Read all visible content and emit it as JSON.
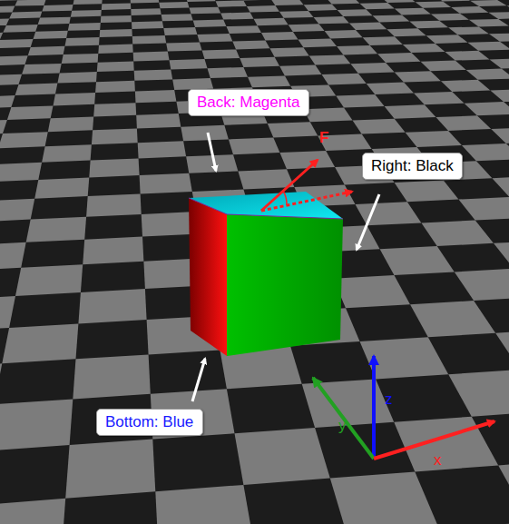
{
  "diagram": {
    "nodes": [
      {
        "text": [
          "Back: Magenta"
        ]
      },
      {
        "text": [
          "Right: Black"
        ]
      },
      {
        "text": [
          "Bottom: Blue"
        ]
      }
    ],
    "labels": [
      "F",
      "z",
      "y",
      "x"
    ]
  }
}
